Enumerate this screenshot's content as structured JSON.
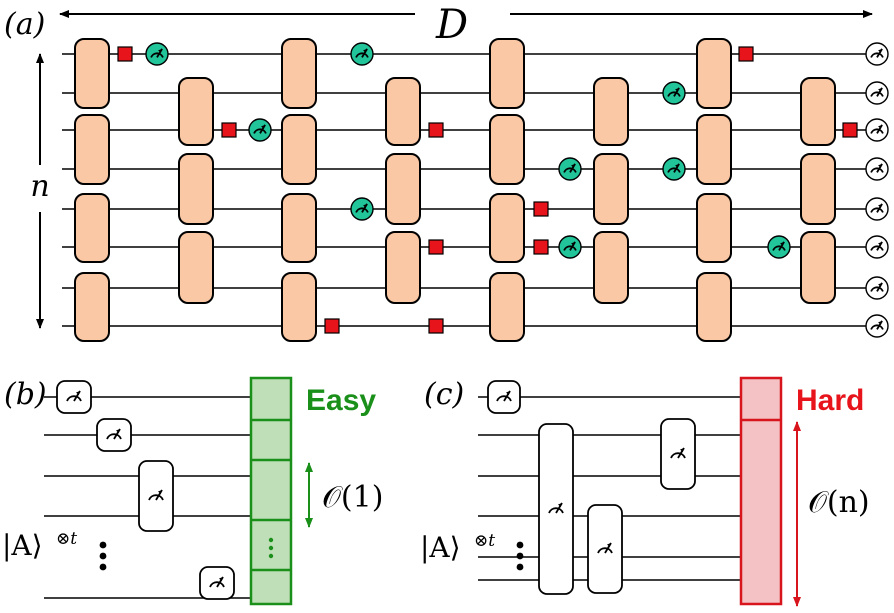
{
  "panel_a": {
    "label": "(a)",
    "depth_label": "D",
    "width_label": "n"
  },
  "panel_b": {
    "label": "(b)",
    "state_label": "|A⟩",
    "state_power": "⊗t",
    "verdict": "Easy",
    "scaling": "𝒪(1)",
    "verdict_color": "#1a8f1a"
  },
  "panel_c": {
    "label": "(c)",
    "state_label": "|A⟩",
    "state_power": "⊗t",
    "verdict": "Hard",
    "scaling": "𝒪(n)",
    "verdict_color": "#e8141c"
  },
  "colors": {
    "gate_fill": "#fac8a4",
    "measure_fill": "#22c59a",
    "red_square": "#e8141c",
    "easy_bar_fill": "#bfdfb8",
    "easy_bar_stroke": "#1a8f1a",
    "hard_bar_fill": "#f4c2c4",
    "hard_bar_stroke": "#d8141c"
  }
}
